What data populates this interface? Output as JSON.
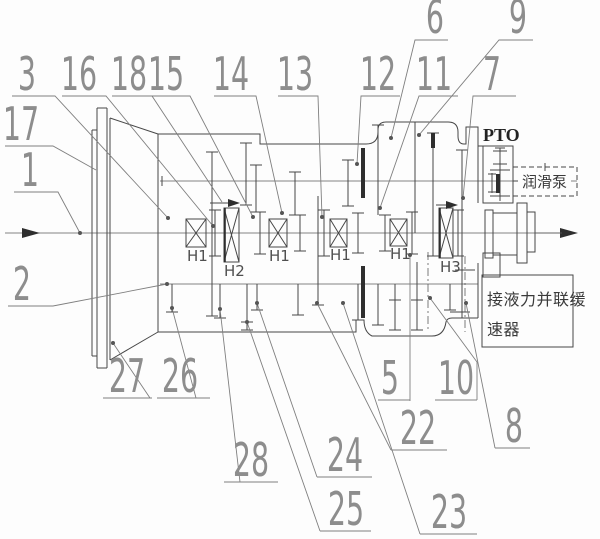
{
  "figure": {
    "kind": "transmission-gearbox-schematic"
  },
  "callouts": {
    "n1": "1",
    "n2": "2",
    "n3": "3",
    "n5": "5",
    "n6": "6",
    "n7": "7",
    "n8": "8",
    "n9": "9",
    "n10": "10",
    "n11": "11",
    "n12": "12",
    "n13": "13",
    "n14": "14",
    "n15": "15",
    "n16": "16",
    "n17": "17",
    "n18": "18",
    "n22": "22",
    "n23": "23",
    "n24": "24",
    "n25": "25",
    "n26": "26",
    "n27": "27",
    "n28": "28"
  },
  "clutch_labels": {
    "c1": "H1",
    "c2": "H2",
    "c3": "H1",
    "c4": "H1",
    "c5": "H1",
    "c6": "H3"
  },
  "annotations": {
    "pto": "PTO",
    "pump": "润滑泵",
    "retarder_line1": "接液力并联缓",
    "retarder_line2": "速器"
  },
  "colors": {
    "machine_line": "#474747",
    "callout_gray": "#8d8d8d",
    "text_dark": "#3a3a3a",
    "background": "#ffffff"
  }
}
